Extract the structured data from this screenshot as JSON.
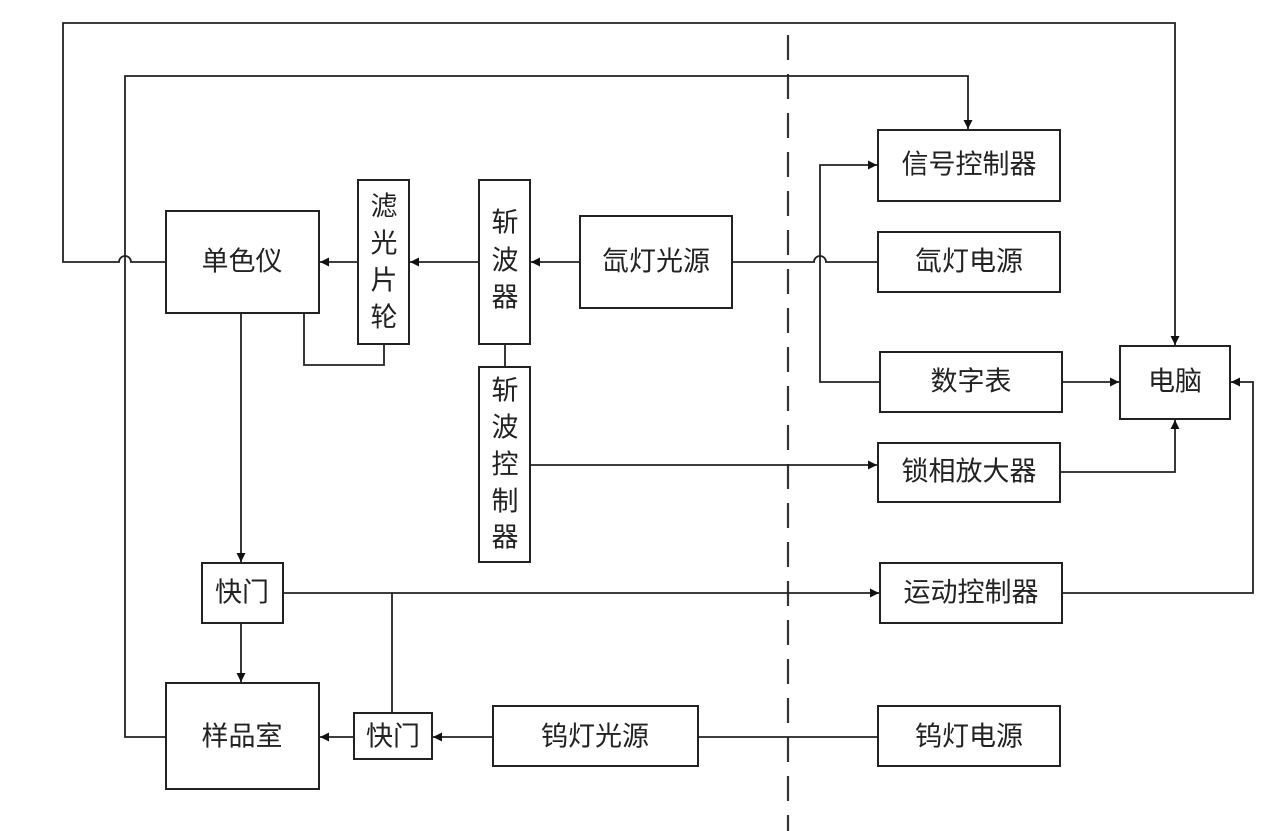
{
  "diagram": {
    "title": "",
    "nodes": {
      "monochromator": "单色仪",
      "filter_wheel": [
        "滤",
        "光",
        "片",
        "轮"
      ],
      "chopper": [
        "斩",
        "波",
        "器"
      ],
      "xenon_source": "氙灯光源",
      "chopper_controller": [
        "斩",
        "波",
        "控",
        "制",
        "器"
      ],
      "signal_controller": "信号控制器",
      "xenon_power": "氙灯电源",
      "digital_meter": "数字表",
      "computer": "电脑",
      "lockin_amplifier": "锁相放大器",
      "shutter_top": "快门",
      "motion_controller": "运动控制器",
      "sample_chamber": "样品室",
      "shutter_bottom": "快门",
      "tungsten_source": "钨灯光源",
      "tungsten_power": "钨灯电源"
    },
    "edges": [
      {
        "from": "xenon_source",
        "to": "chopper",
        "arrow": true
      },
      {
        "from": "chopper",
        "to": "filter_wheel",
        "arrow": true
      },
      {
        "from": "filter_wheel",
        "to": "monochromator",
        "arrow": true
      },
      {
        "from": "monochromator",
        "to": "filter_wheel",
        "arrow": false
      },
      {
        "from": "chopper",
        "to": "chopper_controller",
        "arrow": false
      },
      {
        "from": "chopper_controller",
        "to": "lockin_amplifier",
        "arrow": true
      },
      {
        "from": "xenon_power",
        "to": "xenon_source",
        "arrow": false
      },
      {
        "from": "digital_meter",
        "to": "signal_controller",
        "arrow": true
      },
      {
        "from": "digital_meter",
        "to": "computer",
        "arrow": true
      },
      {
        "from": "lockin_amplifier",
        "to": "computer",
        "arrow": true
      },
      {
        "from": "motion_controller",
        "to": "computer",
        "arrow": true
      },
      {
        "from": "monochromator",
        "to": "computer",
        "arrow": true
      },
      {
        "from": "sample_chamber",
        "to": "signal_controller",
        "arrow": true
      },
      {
        "from": "monochromator",
        "to": "shutter_top",
        "arrow": true
      },
      {
        "from": "shutter_top",
        "to": "sample_chamber",
        "arrow": true
      },
      {
        "from": "shutter_top",
        "to": "motion_controller",
        "arrow": true
      },
      {
        "from": "shutter_bottom",
        "to": "motion_controller",
        "arrow": false
      },
      {
        "from": "tungsten_source",
        "to": "shutter_bottom",
        "arrow": true
      },
      {
        "from": "shutter_bottom",
        "to": "sample_chamber",
        "arrow": true
      },
      {
        "from": "tungsten_power",
        "to": "tungsten_source",
        "arrow": false
      }
    ]
  }
}
